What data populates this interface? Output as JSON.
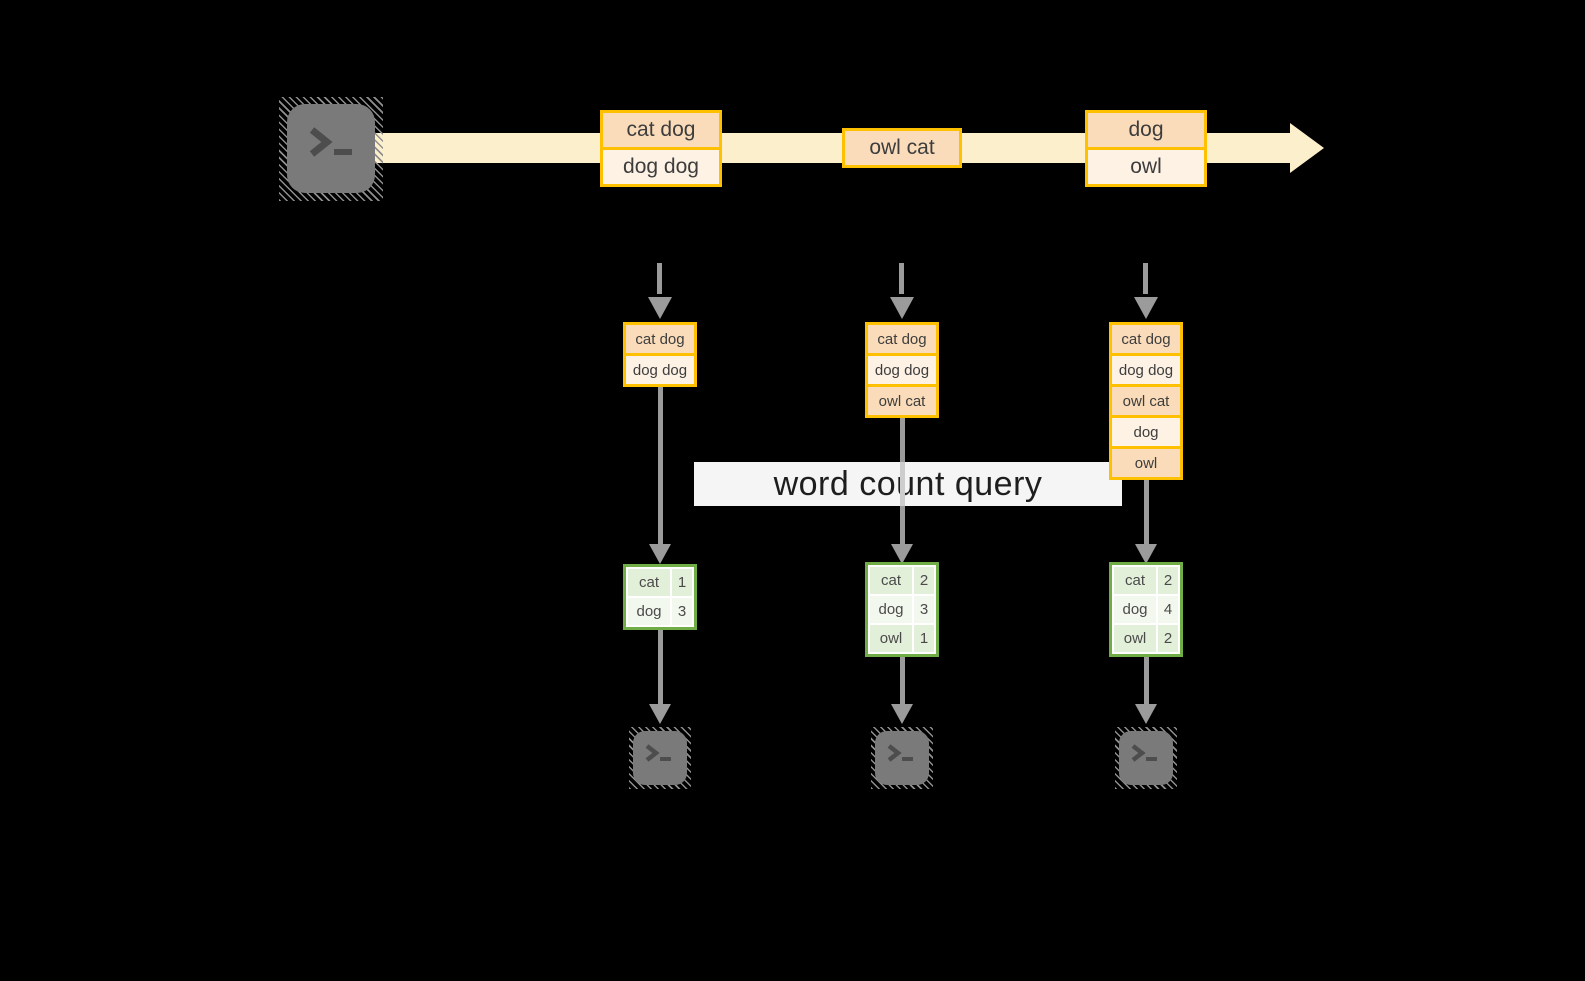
{
  "banner": {
    "label": "word count query"
  },
  "icons": {
    "source": "terminal-icon",
    "consumers": [
      "terminal-icon",
      "terminal-icon",
      "terminal-icon"
    ]
  },
  "colors": {
    "background": "#000000",
    "accent_orange_border": "#FFC000",
    "record_row_peach": "#FADCBA",
    "record_row_cream": "#FDF2E4",
    "timeline_band_yellow": "#FCF0CC",
    "table_green_border": "#70AD47",
    "table_cell_green": "#E2EFD9",
    "table_cell_green_light": "#F2F8ED",
    "arrow_gray": "#9B9B9B",
    "terminal_gray": "#7A7A7A"
  },
  "timeline": {
    "records": [
      {
        "rows": [
          "cat dog",
          "dog dog"
        ]
      },
      {
        "rows": [
          "owl cat"
        ]
      },
      {
        "rows": [
          "dog",
          "owl"
        ]
      }
    ]
  },
  "columns": [
    {
      "buffer": [
        "cat dog",
        "dog dog"
      ],
      "counts": [
        {
          "word": "cat",
          "count": "1"
        },
        {
          "word": "dog",
          "count": "3"
        }
      ]
    },
    {
      "buffer": [
        "cat dog",
        "dog dog",
        "owl cat"
      ],
      "counts": [
        {
          "word": "cat",
          "count": "2"
        },
        {
          "word": "dog",
          "count": "3"
        },
        {
          "word": "owl",
          "count": "1"
        }
      ]
    },
    {
      "buffer": [
        "cat dog",
        "dog dog",
        "owl cat",
        "dog",
        "owl"
      ],
      "counts": [
        {
          "word": "cat",
          "count": "2"
        },
        {
          "word": "dog",
          "count": "4"
        },
        {
          "word": "owl",
          "count": "2"
        }
      ]
    }
  ]
}
